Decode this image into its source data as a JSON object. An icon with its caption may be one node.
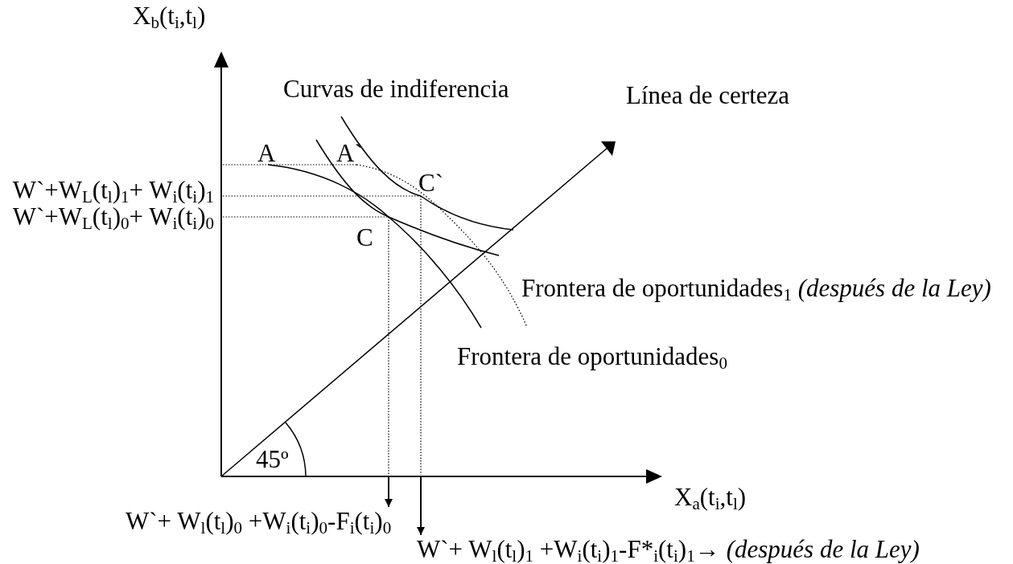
{
  "diagram": {
    "nodes": [
      {
        "text": [
          "W`+ W$_{l}$(t$_{l}$)$_{0}$ +W$_{i}$(t$_{i}$)$_{0}$-F$_{i}$(t$_{i}$)$_{0}$"
        ]
      },
      {
        "text": [
          "W`+ W$_{l}$(t$_{l}$)$_{1}$ +W$_{i}$(t$_{i}$)$_{1}$-F*$_{i}$(t$_{i}$)$_{1}$→",
          "(después de la Ley)"
        ]
      }
    ],
    "edges": [
      {
        "from": null,
        "to": 0,
        "arrow": "to"
      },
      {
        "from": null,
        "to": 1,
        "arrow": "to"
      }
    ],
    "labels": [
      "X$_{b}$(t$_{i}$,t$_{l}$)",
      "Curvas de indiferencia",
      "Línea de certeza",
      "A",
      "A`",
      "W`+W$_{L}$(t$_{l}$)$_{1}$+ W$_{i}$(t$_{i}$)$_{1}$",
      "C`",
      "W`+W$_{L}$(t$_{l}$)$_{0}$+ W$_{i}$(t$_{i}$)$_{0}$",
      "C",
      "Frontera de oportunidades$_{1}$ *(después de la Ley)*",
      "Frontera de oportunidades$_{0}$",
      "45º",
      "X$_{a}$(t$_{i}$,t$_{l}$)"
    ]
  }
}
